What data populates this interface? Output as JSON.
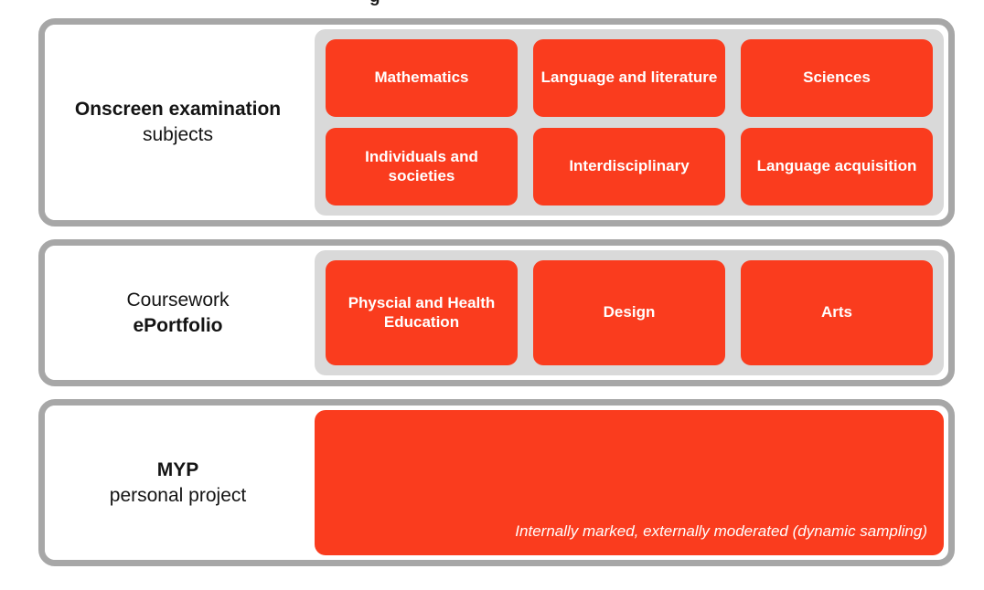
{
  "theme": {
    "accent": "#fa3c1e",
    "panel_gray": "#d9d9d9",
    "border_gray": "#a7a7a7",
    "background": "#ffffff",
    "label_text": "#141414",
    "tile_text": "#ffffff"
  },
  "clipped_fragment": "g",
  "bands": [
    {
      "id": "onscreen-examination",
      "label_lines": [
        {
          "text": "Onscreen examination",
          "bold": true
        },
        {
          "text": "subjects",
          "bold": false
        }
      ],
      "rows": [
        [
          "Mathematics",
          "Language and literature",
          "Sciences"
        ],
        [
          "Individuals and societies",
          "Interdisciplinary",
          "Language acquisition"
        ]
      ]
    },
    {
      "id": "coursework-eportfolio",
      "label_lines": [
        {
          "text": "Coursework",
          "bold": false
        },
        {
          "text": "ePortfolio",
          "bold": true
        }
      ],
      "rows": [
        [
          "Physcial and Health Education",
          "Design",
          "Arts"
        ]
      ]
    },
    {
      "id": "myp-personal-project",
      "label_lines": [
        {
          "text": "MYP",
          "bold": true
        },
        {
          "text": "personal project",
          "bold": false
        }
      ],
      "note": "Internally marked, externally moderated (dynamic sampling)"
    }
  ]
}
